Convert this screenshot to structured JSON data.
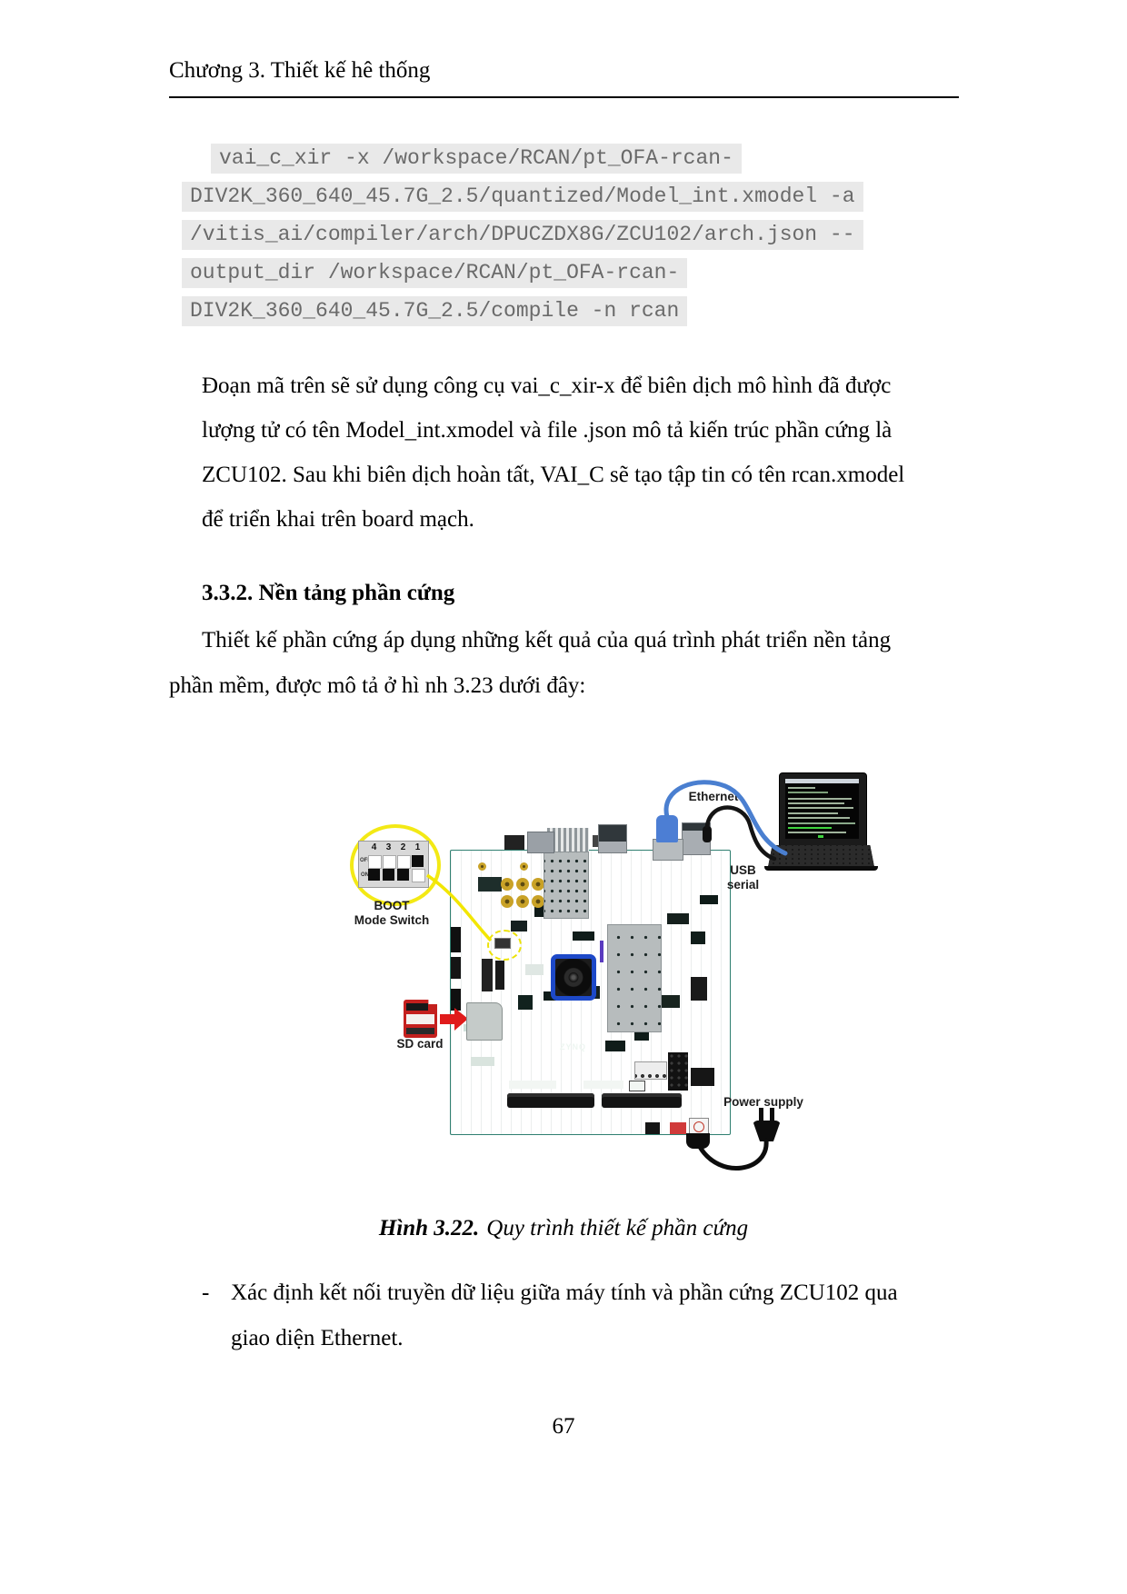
{
  "header": {
    "chapter_title": "Chương 3. Thiết kế hê thống"
  },
  "code_block": {
    "lines": [
      "vai_c_xir -x /workspace/RCAN/pt_OFA-rcan-",
      "DIV2K_360_640_45.7G_2.5/quantized/Model_int.xmodel -a",
      "/vitis_ai/compiler/arch/DPUCZDX8G/ZCU102/arch.json --",
      "output_dir /workspace/RCAN/pt_OFA-rcan-",
      "DIV2K_360_640_45.7G_2.5/compile -n rcan"
    ]
  },
  "paragraph_code_explain": {
    "lines": [
      "Đoạn mã trên sẽ sử dụng công cụ vai_c_xir-x để biên dịch mô hình đã được",
      "lượng tử có tên Model_int.xmodel và file .json mô tả kiến trúc phần cứng là",
      "ZCU102. Sau khi biên dịch hoàn tất, VAI_C sẽ tạo tập tin có tên rcan.xmodel",
      "để triển khai trên board mạch."
    ]
  },
  "section": {
    "heading": "3.3.2. Nền tảng phần cứng"
  },
  "paragraph_hw": {
    "lines": [
      "Thiết kế phần cứng áp dụng những kết quả của quá trình phát triển nền tảng",
      "phần mềm, được mô tả ở hì nh 3.23 dưới đây:"
    ]
  },
  "figure": {
    "boot_switch": {
      "numbers": [
        "4",
        "3",
        "2",
        "1"
      ],
      "off": "OFF",
      "on": "ON",
      "label_line1": "BOOT",
      "label_line2": "Mode Switch"
    },
    "labels": {
      "ethernet": "Ethernet",
      "usb_line1": "USB",
      "usb_line2": "serial",
      "sd_card": "SD card",
      "power_supply": "Power supply",
      "chip": "ZYNQ"
    },
    "caption": {
      "number": "Hình 3.22.",
      "text": "Quy trình thiết kế phần cứng"
    }
  },
  "bullet_item": {
    "marker": "-",
    "lines": [
      "Xác định kết nối truyền dữ liệu giữa máy tính và phần cứng ZCU102 qua",
      "giao diện Ethernet."
    ]
  },
  "footer": {
    "page_number": "67"
  },
  "colors": {
    "pcb_teal": "#3f9d8a",
    "code_highlight": "#e9e9e9",
    "code_text": "#6a6a6a",
    "accent_yellow": "#f2e600",
    "ethernet_blue": "#4a7fd0",
    "sd_red": "#c4201e"
  }
}
